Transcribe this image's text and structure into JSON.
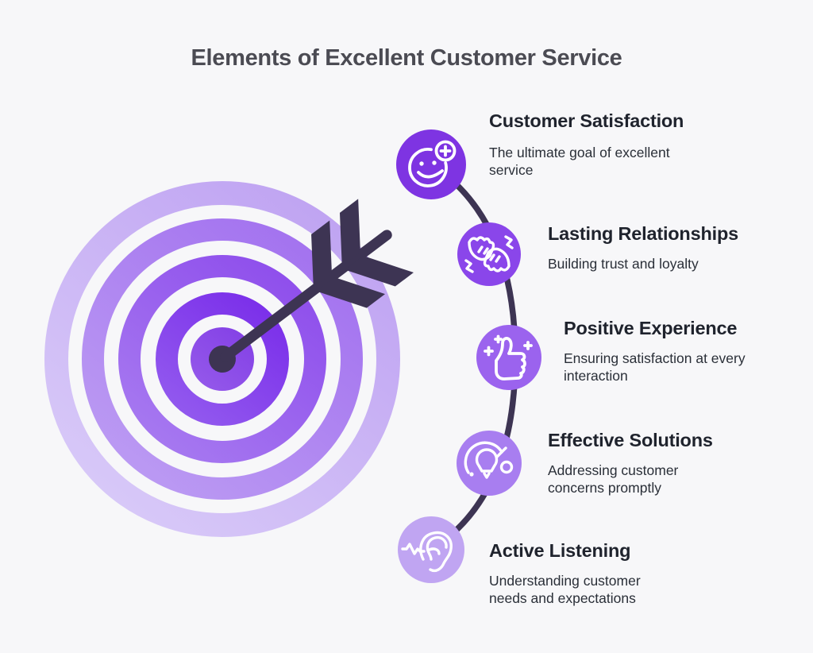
{
  "header": {
    "title": "Elements of Excellent Customer Service"
  },
  "steps": [
    {
      "title": "Customer Satisfaction",
      "description": "The ultimate goal of excellent\nservice",
      "icon": "smiley-plus-icon",
      "color": "#7e34e2"
    },
    {
      "title": "Lasting Relationships",
      "description": "Building trust and loyalty",
      "icon": "hands-together-icon",
      "color": "#8a46ea"
    },
    {
      "title": "Positive Experience",
      "description": "Ensuring satisfaction at every\ninteraction",
      "icon": "thumbs-up-icon",
      "color": "#9b63ee"
    },
    {
      "title": "Effective Solutions",
      "description": "Addressing customer\nconcerns promptly",
      "icon": "lightbulb-icon",
      "color": "#a87ef0"
    },
    {
      "title": "Active Listening",
      "description": "Understanding customer\nneeds and expectations",
      "icon": "ear-icon",
      "color": "#c0a5f2"
    }
  ],
  "connector": {
    "color": "#3d3453"
  },
  "target": {
    "arrow_color": "#3d3453",
    "disc": {
      "from": "#8441e6",
      "to": "#9458ea"
    },
    "rings": [
      {
        "from": "#7c31ea",
        "to": "#9157ee"
      },
      {
        "from": "#8f4fec",
        "to": "#a678f0"
      },
      {
        "from": "#a372ef",
        "to": "#bb9af3"
      },
      {
        "from": "#bfa3f2",
        "to": "#d8c9f8"
      }
    ]
  }
}
